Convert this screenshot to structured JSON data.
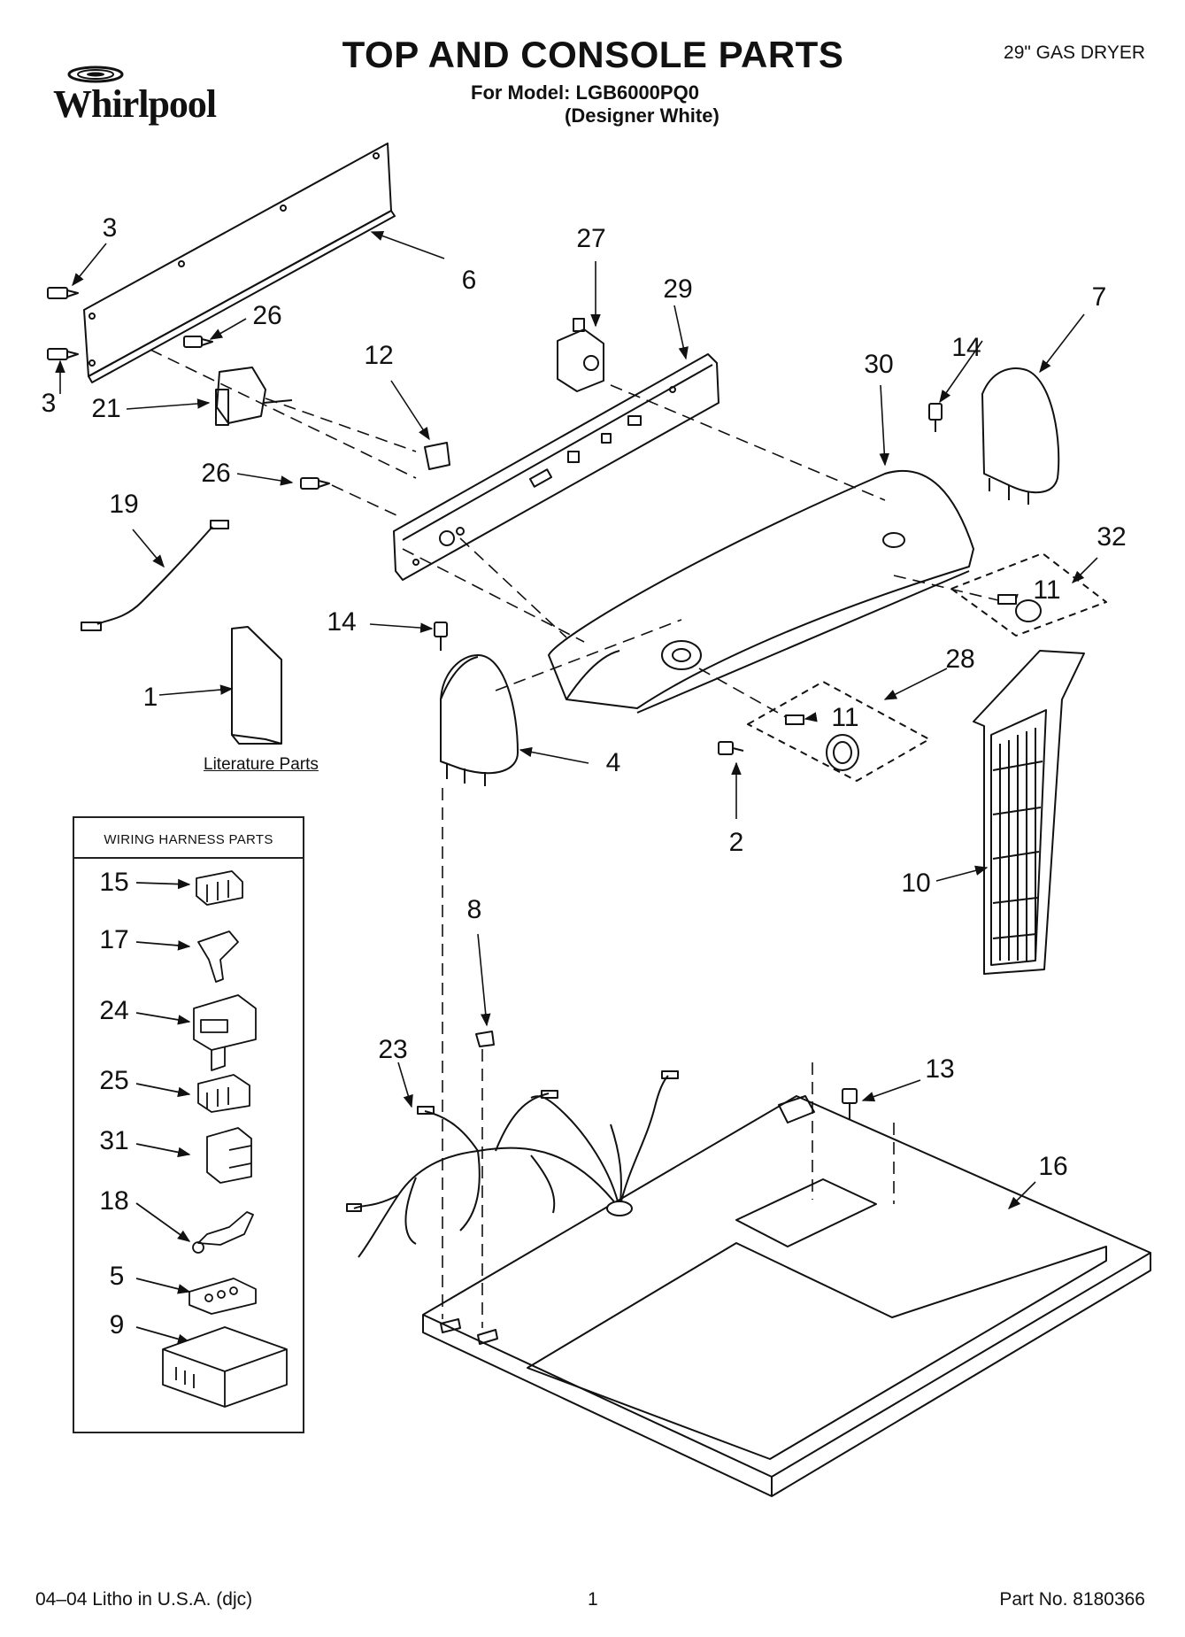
{
  "header": {
    "brand": "Whirlpool",
    "title": "TOP AND CONSOLE PARTS",
    "model_line": "For Model: LGB6000PQ0",
    "color_line": "(Designer White)",
    "product": "29\" GAS DRYER"
  },
  "callouts": {
    "c1": "1",
    "c2": "2",
    "c3a": "3",
    "c3b": "3",
    "c4": "4",
    "c6": "6",
    "c7": "7",
    "c8": "8",
    "c10": "10",
    "c11a": "11",
    "c11b": "11",
    "c12": "12",
    "c13": "13",
    "c14a": "14",
    "c14b": "14",
    "c16": "16",
    "c19": "19",
    "c21": "21",
    "c23": "23",
    "c26a": "26",
    "c26b": "26",
    "c27": "27",
    "c28": "28",
    "c29": "29",
    "c30": "30",
    "c32": "32"
  },
  "literature_label": "Literature Parts",
  "wiring_harness": {
    "title": "WIRING HARNESS PARTS",
    "items": [
      "15",
      "17",
      "24",
      "25",
      "31",
      "18",
      "5",
      "9"
    ]
  },
  "footer": {
    "litho": "04–04 Litho in U.S.A. (djc)",
    "page": "1",
    "part_no": "Part No. 8180366"
  }
}
